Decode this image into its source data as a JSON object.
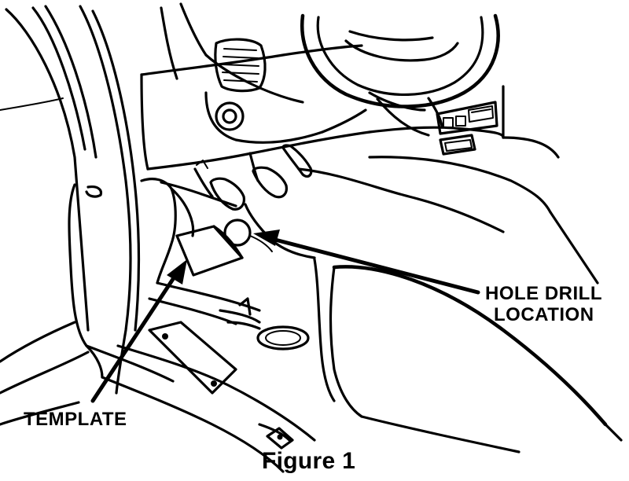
{
  "callouts": {
    "hole_drill_line1": "HOLE DRILL",
    "hole_drill_line2": "LOCATION",
    "template": "TEMPLATE"
  },
  "caption": "Figure 1",
  "colors": {
    "ink": "#000000",
    "paper": "#ffffff"
  }
}
